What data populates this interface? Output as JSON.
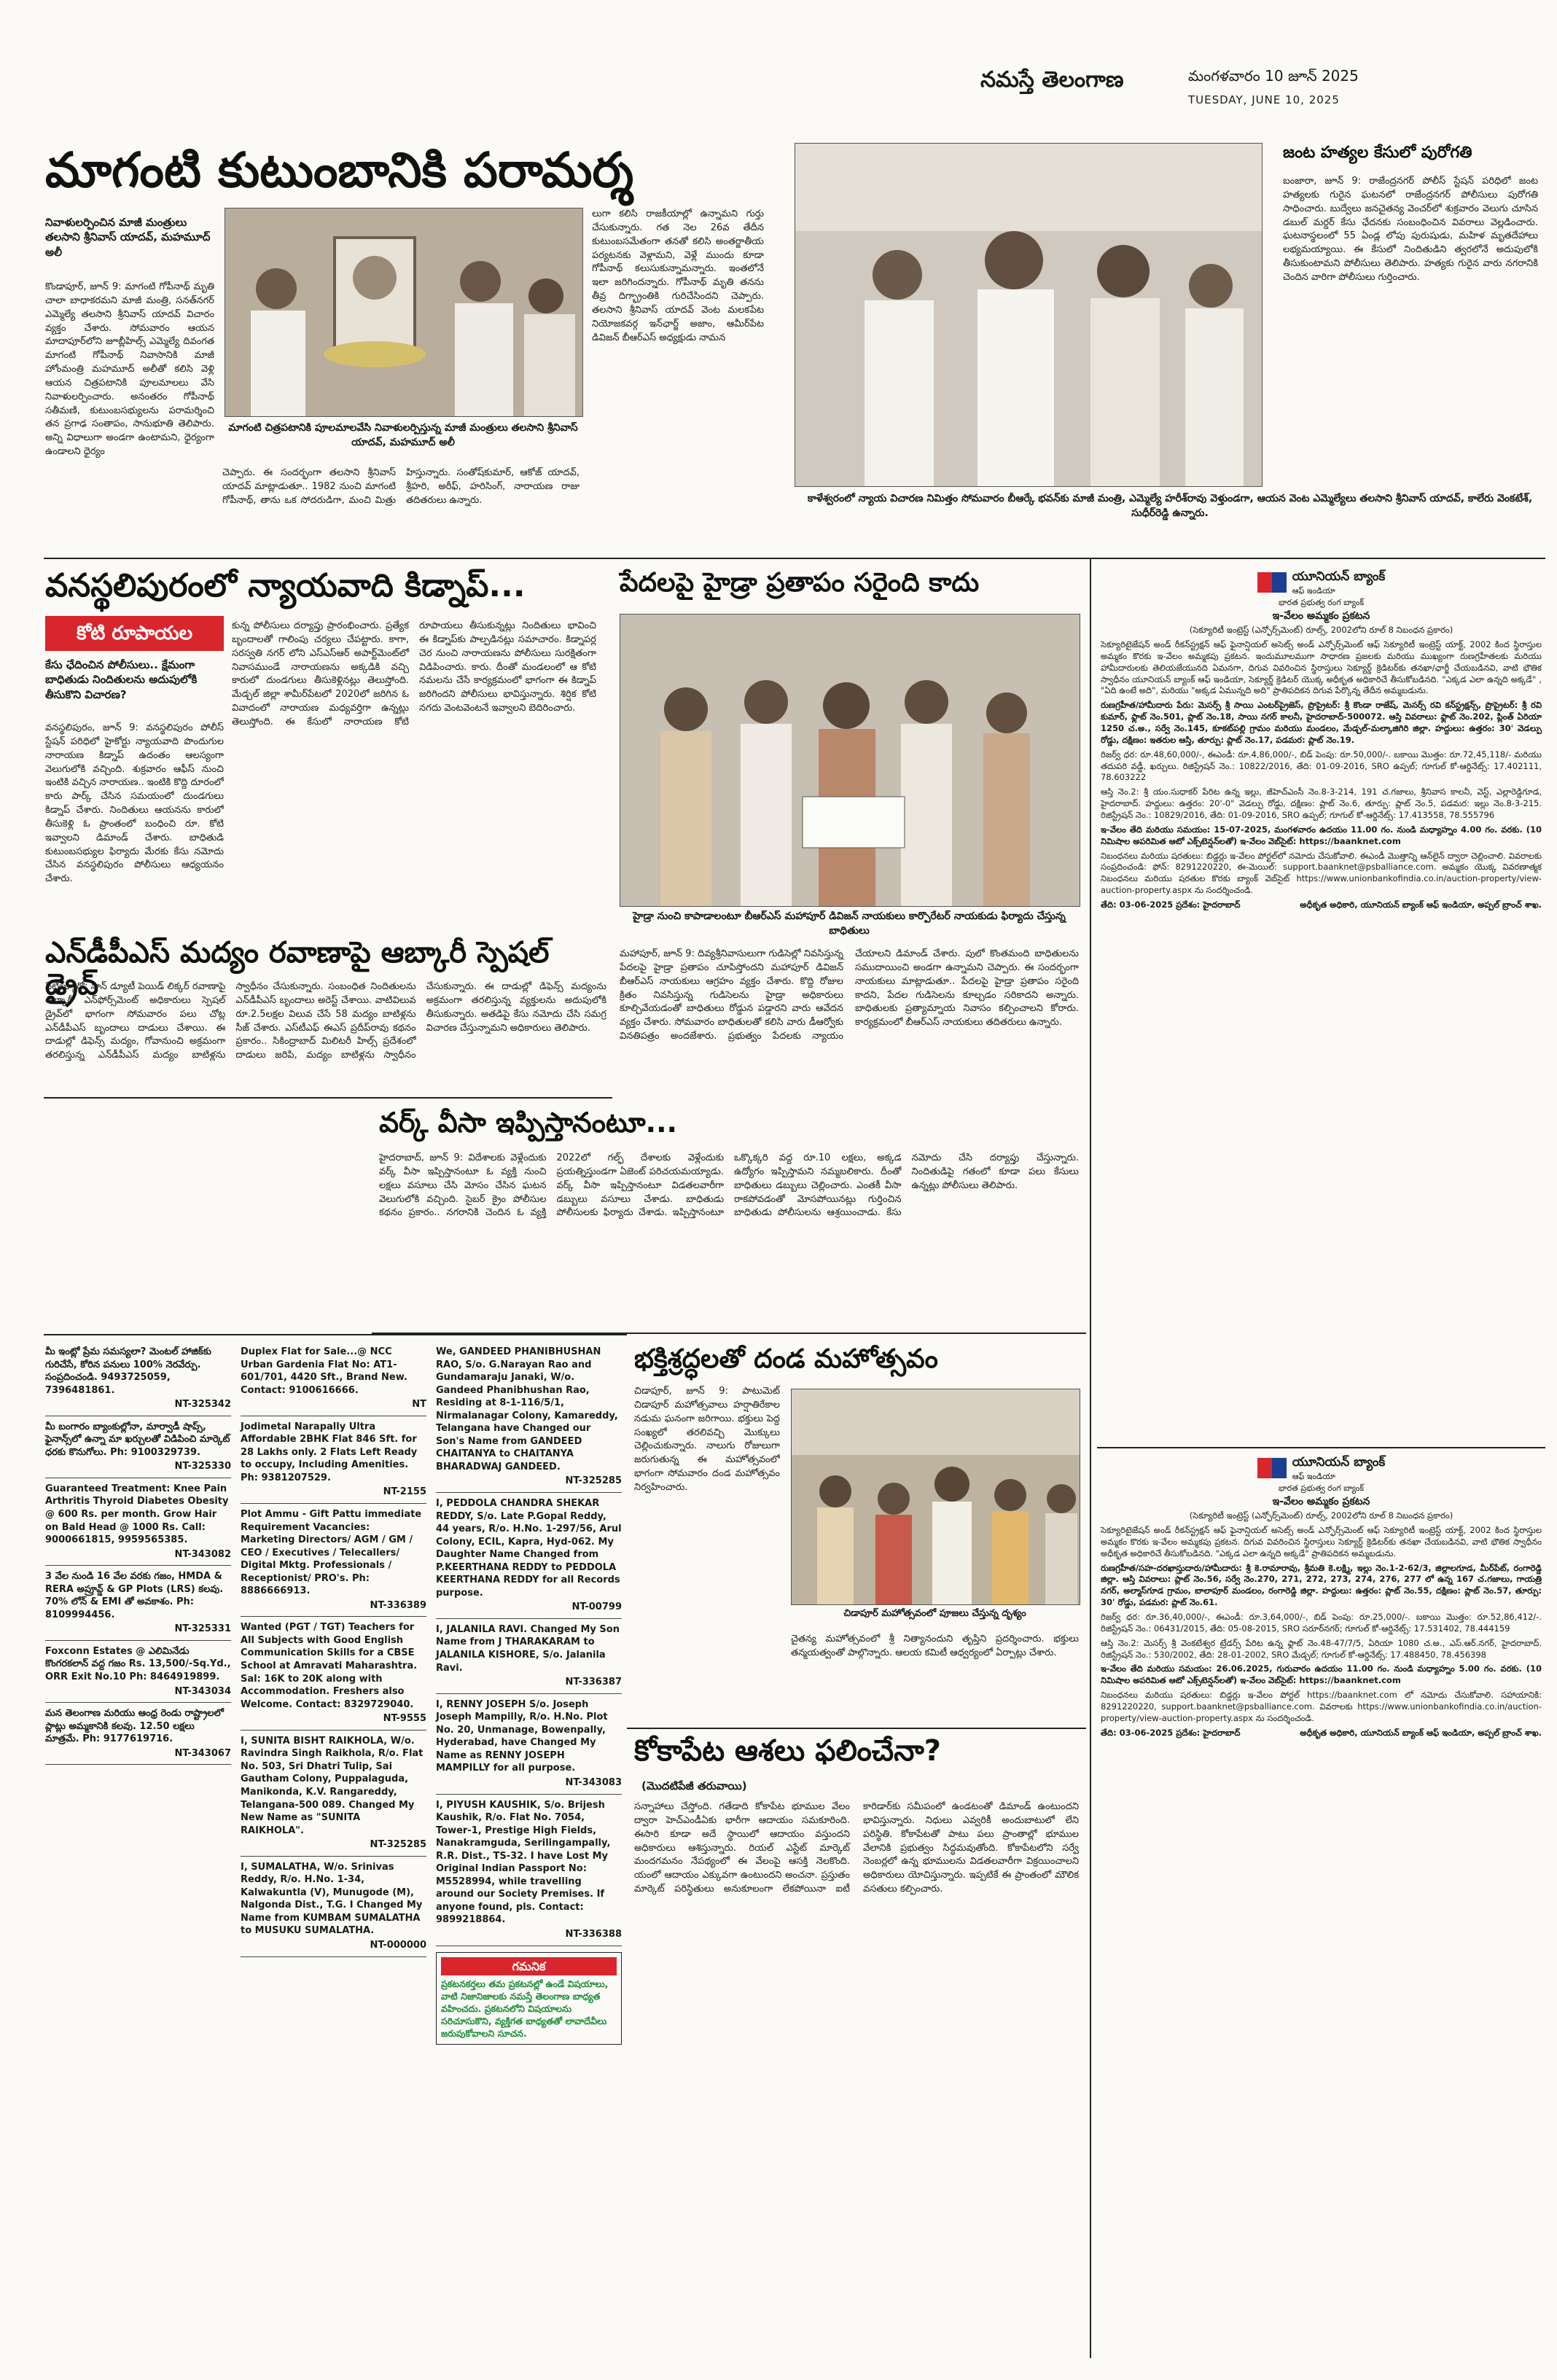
{
  "masthead": {
    "paper_name": "నమస్తే తెలంగాణ",
    "date_telugu": "మంగళవారం 10 జూన్ 2025",
    "date_english": "TUESDAY, JUNE 10, 2025"
  },
  "story_maganti": {
    "headline": "మాగంటి కుటుంబానికి పరామర్శ",
    "subhead": "నివాళులర్పించిన మాజీ మంత్రులు తలసాని శ్రీనివాస్ యాదవ్, మహమూద్ అలీ",
    "col1": "కొండాపూర్, జూన్ 9: మాగంటి గోపీనాథ్ మృతి చాలా బాధాకరమని మాజీ మంత్రి, సనత్‌నగర్ ఎమ్మెల్యే తలసాని శ్రీనివాస్ యాదవ్ విచారం వ్యక్తం చేశారు. సోమవారం ఆయన మాదాపూర్‌లోని జూబ్లీహిల్స్ ఎమ్మెల్యే దివంగత మాగంటి గోపీనాథ్ నివాసానికి మాజీ హోంమంత్రి మహమూద్ అలీతో కలిసి వెళ్లి ఆయన చిత్రపటానికి పూలమాలలు వేసి నివాళులర్పించారు. అనంతరం గోపీనాథ్ సతీమణి, కుటుంబసభ్యులను పరామర్శించి తన ప్రగాఢ సంతాపం, సానుభూతి తెలిపారు. అన్ని విధాలుగా అండగా ఉంటామని, ధైర్యంగా ఉండాలని ధైర్యం",
    "col2": "చెప్పారు. ఈ సందర్భంగా తలసాని శ్రీనివాస్ యాదవ్ మాట్లాడుతూ.. 1982 నుంచి మాగంటి గోపీనాథ్, తాను ఒక సోదరుడిగా, మంచి మిత్రు",
    "col3": "లుగా కలిసి రాజకీయాల్లో ఉన్నామని గుర్తు చేసుకున్నారు. గత నెల 26వ తేదీన కుటుంబసమేతంగా తనతో కలిసి అంతర్జాతీయ పర్యటనకు వెళ్లామని, వెళ్లే ముందు కూడా గోపీనాథ్ కలుసుకున్నామన్నారు. ఇంతలోనే ఇలా జరిగిందన్నారు. గోపీనాథ్ మృతి తనను తీవ్ర దిగ్భ్రాంతికి గురిచేసిందని చెప్పారు. తలసాని శ్రీనివాస్ యాదవ్ వెంట",
    "col4": "హిస్తున్నారు. సంతోష్‌కుమార్, ఆకోజ్ యాదవ్, శ్రీహరి, అరీఫ్, హరిసింగ్, నారాయణ రాజు తదితరులు ఉన్నారు.",
    "col3b": "మలకపేట నియోజకవర్గ ఇన్‌ఛార్జ్ అజాం, ఆమీర్‌పేట డివిజన్ బీఆర్‌ఎస్ అధ్యక్షుడు నామన",
    "photo_caption": "మాగంటి చిత్రపటానికి పూలమాలవేసి నివాళులర్పిస్తున్న మాజీ మంత్రులు తలసాని శ్రీనివాస్ యాదవ్, మహమూద్ అలీ"
  },
  "story_murders": {
    "headline": "జంట హత్యల కేసులో పురోగతి",
    "body": "బంజారా, జూన్ 9: రాజేంద్రనగర్ పోలీస్ స్టేషన్ పరిధిలో జంట హత్యలకు గురైన ఘటనలో రాజేంద్రనగర్ పోలీసులు పురోగతి సాధించారు. బుద్వేలు జనచైతన్య వెంచర్‌లో శుక్రవారం వెలుగు చూసిన డబుల్ మర్డర్ కేసు ఛేదనకు సంబంధించిన వివరాలు వెల్లడించారు. ఘటనాస్థలంలో 55 ఏండ్ల లోపు పురుషుడు, మహిళ మృతదేహాలు లభ్యమయ్యాయి. ఈ కేసులో నిందితుడిని త్వరలోనే అదుపులోకి తీసుకుంటామని పోలీసులు తెలిపారు. హత్యకు గురైన వారు నగరానికి చెందిన వారిగా పోలీసులు గుర్తించారు.",
    "photo_caption": "కాళేశ్వరంలో న్యాయ విచారణ నిమిత్తం సోమవారం బీఆర్కే భవన్‌కు మాజీ మంత్రి, ఎమ్మెల్యే హరీశ్‌రావు వెళ్తుండగా, ఆయన వెంట ఎమ్మెల్యేలు తలసాని శ్రీనివాస్ యాదవ్, కాలేరు వెంకటేశ్, సుధీర్‌రెడ్డి ఉన్నారు."
  },
  "story_kidnap": {
    "headline": "వనస్థలిపురంలో న్యాయవాది కిడ్నాప్...",
    "badge": "కోటి రూపాయల డిమాండ్",
    "subhead": "కేసు ఛేదించిన పోలీసులు.. క్షేమంగా బాధితుడు నిందితులను అదుపులోకి తీసుకొని విచారణ?",
    "col1": "వనస్థలిపురం, జూన్ 9: వనస్థలిపురం పోలీస్ స్టేషన్ పరిధిలో హైకోర్టు న్యాయవాది పొందుగుల నారాయణ కిడ్నాప్ ఉదంతం ఆలస్యంగా వెలుగులోకి వచ్చింది. శుక్రవారం ఆఫీస్ నుంచి ఇంటికి వచ్చిన నారాయణ.. ఇంటికి కొద్ది దూరంలో కారు పార్క్ చేసిన సమయంలో దుండగులు కిడ్నాప్ చేశారు. నిందితులు ఆయనను కారులో తీసుకెళ్లి ఓ ప్రాంతంలో బంధించి రూ. కోటి ఇవ్వాలని డిమాండ్ చేశారు. బాధితుడి కుటుంబసభ్యుల ఫిర్యాదు మేరకు కేసు నమోదు చేసిన వనస్థలిపురం పోలీసులు ఆధ్యయనం చేశారు.",
    "col2": "కున్న పోలీసులు దర్యాప్తు ప్రారంభించారు. ప్రత్యేక బృందాలతో గాలింపు చర్యలు చేపట్టారు. కాగా, సరస్వతి నగర్ లోని ఎస్ఎస్‌ఆర్ అపార్ట్‌మెంట్‌లో నివాసముండే నారాయణను అక్కడికి వచ్చి కారులో దుండగులు తీసుకెళ్లినట్లు తెలుస్తోంది. మేడ్చల్ జిల్లా శామీర్‌పేటలో 2020లో జరిగిన ఓ వివాదంలో నారాయణ మధ్యవర్తిగా ఉన్నట్లు తెలుస్తోంది. ఈ కేసులో నారాయణ కోటి రూపాయలు తీసుకున్నట్లు నిందితులు భావించి ఈ కిడ్నాప్‌కు పాల్పడినట్లు సమాచారం. కిడ్నాపర్ల చెర నుంచి నారాయణను పోలీసులు సురక్షితంగా విడిపించారు.",
    "col2b": "కారు. దీంతో మండలంలో ఆ కోటి నమలను చేసే కార్యక్రమంలో భాగంగా ఈ కిడ్నాప్ జరిగిందని పోలీసులు భావిస్తున్నారు. శిర్షిక కోటి నగదు వెంటవెంటనే ఇవ్వాలని బెదిరించారు."
  },
  "story_ndps": {
    "headline": "ఎన్‌డీపీఎస్ మద్యం రవాణాపై ఆబ్కారీ స్పెషల్ డ్రైవ్",
    "col1": "సిటీబ్యూరో: నాన్ డ్యూటీ పెయిడ్ లిక్కర్ రవాణాపై ఆబ్కారీ ఎన్‌ఫోర్స్‌మెంట్ అధికారులు స్పెషల్ డ్రైవ్‌లో భాగంగా సోమవారం పలు చోట్ల ఎన్‌డీపీఎస్ బృందాలు దాడులు చేశాయి. ఈ దాడుల్లో డిఫెన్స్ మద్యం, గోవానుంచి అక్రమంగా తరలిస్తున్న ఎన్‌డీపీఎస్ మద్యం బాటిళ్లను స్వాధీనం చేసుకున్నారు. సంబంధిత నిందితులను ఎన్‌డీపీఎస్ బృందాలు అరెస్ట్ చేశాయి. వాటివిలువ",
    "col2": "రూ.2.5లక్షల విలువ చేసే 58 మద్యం బాటిళ్లను సీజ్ చేశారు. ఎస్‌టీఎఫ్ ఈఎస్ ప్రదీప్‌రావు కథనం ప్రకారం.. సికింద్రాబాద్ మిలిటరీ హిల్స్ ప్రదేశంలో దాడులు జరిపి, మద్యం బాటిళ్లను స్వాధీనం చేసుకున్నారు. ఈ దాడుల్లో డిఫెన్స్ మద్యంను అక్రమంగా తరలిస్తున్న వ్యక్తులను అదుపులోకి తీసుకున్నారు. అతడిపై కేసు నమోదు చేసి సమగ్ర విచారణ చేస్తున్నామని అధికారులు తెలిపారు."
  },
  "story_hydra": {
    "headline": "పేదలపై హైడ్రా ప్రతాపం సరైంది కాదు",
    "caption": "హైడ్రా నుంచి కాపాడాలంటూ బీఆర్ఎస్ మహాపూర్ డివిజన్ నాయకులు కార్పొరేటర్ నాయకుడు ఫిర్యాదు చేస్తున్న బాధితులు",
    "col1": "మహాపూర్, జూన్ 9: దివ్యశ్రీనివాసులుగా గుడిసెల్లో నివసిస్తున్న పేదలపై హైడ్రా ప్రతాపం చూపిస్తోందని మహాపూర్ డివిజన్ బీఆర్‌ఎస్ నాయకులు ఆగ్రహం వ్యక్తం చేశారు. కొద్ది రోజుల క్రితం నివసిస్తున్న గుడిసెలను హైడ్రా అధికారులు కూల్చివేయడంతో బాధితులు రోడ్డున పడ్డారని వారు ఆవేదన వ్యక్తం చేశారు. సోమవారం బాధితులతో కలిసి వారు డీఆర్వోకు వినతిపత్రం అందజేశారు. ప్రభుత్వం పేదలకు న్యాయం చేయాలని డిమాండ్ చేశారు.",
    "col2": "పులో కొంతమంది బాధితులను సముదాయించి అండగా ఉన్నామని చెప్పారు. ఈ సందర్భంగా నాయకులు మాట్లాడుతూ.. పేదలపై హైడ్రా ప్రతాపం సరైంది కాదని, పేదల గుడిసెలను కూల్చడం సరికాదని అన్నారు. బాధితులకు ప్రత్యామ్నాయ నివాసం కల్పించాలని కోరారు. కార్యక్రమంలో బీఆర్‌ఎస్ నాయకులు తదితరులు ఉన్నారు."
  },
  "story_workvisa": {
    "headline": "వర్క్ వీసా ఇప్పిస్తానంటూ...",
    "col1": "హైదరాబాద్, జూన్ 9: విదేశాలకు వెళ్లేందుకు వర్క్ వీసా ఇప్పిస్తానంటూ ఓ వ్యక్తి నుంచి లక్షలు వసూలు చేసి మోసం చేసిన ఘటన వెలుగులోకి వచ్చింది. సైబర్ క్రైం పోలీసుల కథనం ప్రకారం.. నగరానికి చెందిన ఓ వ్యక్తి 2022లో గల్ఫ్ దేశాలకు వెళ్లేందుకు ప్రయత్నిస్తుండగా ఏజెంట్ పరిచయమయ్యాడు. వర్క్ వీసా ఇప్పిస్తానంటూ విడతలవారీగా డబ్బులు వసూలు చేశాడు. బాధితుడు పోలీసులకు ఫిర్యాదు చేశాడు.",
    "col2": "ఇప్పిస్తానంటూ ఒక్కొక్కరి వద్ద రూ.10 లక్షలు, అక్కడ ఉద్యోగం ఇప్పిస్తామని నమ్మబలికారు. దీంతో బాధితులు డబ్బులు చెల్లించారు. ఎంతకీ వీసా రాకపోవడంతో మోసపోయినట్లు గుర్తించిన బాధితుడు పోలీసులను ఆశ్రయించాడు. కేసు నమోదు చేసి దర్యాప్తు చేస్తున్నారు. నిందితుడిపై గతంలో కూడా పలు కేసులు ఉన్నట్లు పోలీసులు తెలిపారు."
  },
  "story_bhakti": {
    "headline": "భక్తిశ్రద్ధలతో దండ మహోత్సవం",
    "col1": "చిడాపూర్, జూన్ 9: పాటుమెట్‌ చిడాపూర్ మహోత్సవాలు హర్షాతిరేకాల నడుమ ఘనంగా జరిగాయి. భక్తులు పెద్ద సంఖ్యలో తరలివచ్చి మొక్కులు చెల్లించుకున్నారు. నాలుగు రోజులుగా జరుగుతున్న ఈ మహోత్సవంలో భాగంగా సోమవారం దండ మహోత్సవం నిర్వహించారు.",
    "col2": "చిడాపూర్ మహోత్సవంలో పూజలు చేస్తున్న దృశ్యం",
    "col3": "చైతన్య మహోత్సవంలో శ్రీ నిత్యానందుని తృప్తిని ప్రదర్శించారు. భక్తులు తన్మయత్వంతో పాల్గొన్నారు. ఆలయ కమిటీ ఆధ్వర్యంలో ఏర్పాట్లు చేశారు."
  },
  "story_kokapet": {
    "headline": "కోకాపేట ఆశలు ఫలించేనా?",
    "subhead": "(మొదటిపేజీ తరువాయి)",
    "col1": "సన్నాహాలు చేస్తోంది. గతేడాది కోకాపేట భూముల వేలం ద్వారా హెచ్ఎండీఏకు భారీగా ఆదాయం సమకూరింది. ఈసారి కూడా అదే స్థాయిలో ఆదాయం వస్తుందని అధికారులు ఆశిస్తున్నారు. రియల్ ఎస్టేట్ మార్కెట్ మందగమనం నేపథ్యంలో ఈ వేలంపై ఆసక్తి నెలకొంది.",
    "col2": "యంలో ఆదాయం ఎక్కువగా ఉంటుందని అంచనా. ప్రస్తుతం మార్కెట్ పరిస్థితులు అనుకూలంగా లేకపోయినా ఐటీ కారిడార్‌కు సమీపంలో ఉండటంతో డిమాండ్ ఉంటుందని భావిస్తున్నారు.",
    "col1b": "నిధులు ఎవ్వరికీ అందుబాటులో లేని పరిస్థితి. కోకాపేటతో పాటు పలు ప్రాంతాల్లో భూముల వేలానికి ప్రభుత్వం సిద్ధమవుతోంది.",
    "col2b": "కోకాపేటలోని సర్వే నెంబర్లలో ఉన్న భూములను విడతలవారీగా విక్రయించాలని అధికారులు యోచిస్తున్నారు. ఇప్పటికే ఈ ప్రాంతంలో మౌలిక వసతులు కల్పించారు."
  },
  "classifieds": {
    "col1": [
      {
        "text": "మీ ఇంట్లో ప్రేమ సమస్యలా? మెంటల్ హాజిక్‌కు గురిచేసే, కోరిన పనులు 100% నెరవేర్పు. సంప్రదించండి. 9493725059, 7396481861.",
        "nt": "NT-325342"
      },
      {
        "text": "మీ బంగారం బ్యాంకుల్లోనా, మార్వాడీ షాప్స్, ఫైనాన్స్‌లో ఉన్నా మా ఖర్చులతో విడిపించి మార్కెట్ ధరకు కొనుగోలు. Ph: 9100329739.",
        "nt": "NT-325330"
      },
      {
        "text": "Guaranteed Treatment: Knee Pain Arthritis Thyroid Diabetes Obesity @ 600 Rs. per month. Grow Hair on Bald Head @ 1000 Rs. Call: 9000661815, 9959565385.",
        "nt": "NT-343082"
      },
      {
        "text": "3 వేల నుండి 16 వేల వరకు గజం, HMDA & RERA అప్రూవ్డ్ & GP Plots (LRS) కలవు. 70% లోన్ & EMI తో అవకాశం. Ph: 8109994456.",
        "nt": "NT-325331"
      },
      {
        "text": "Foxconn Estates @ ఎలిమినేడు కొంగరకలాన్ వద్ద గజం Rs. 13,500/-Sq.Yd., ORR Exit No.10 Ph: 8464919899.",
        "nt": "NT-343034"
      },
      {
        "text": "మన తెలంగాణ మరియు ఆంధ్ర రెండు రాష్ట్రాలలో ప్లాట్లు అమ్మకానికి కలవు. 12.50 లక్షలు మాత్రమే. Ph: 9177619716.",
        "nt": "NT-343067"
      }
    ],
    "col2": [
      {
        "text": "Duplex Flat for Sale...@ NCC Urban Gardenia Flat No: AT1-601/701, 4420 Sft., Brand New. Contact: 9100616666.",
        "nt": "NT"
      },
      {
        "text": "Jodimetal Narapally Ultra Affordable 2BHK Flat 846 Sft. for 28 Lakhs only. 2 Flats Left Ready to occupy, Including Amenities. Ph: 9381207529.",
        "nt": "NT-2155"
      },
      {
        "text": "Plot Ammu - Gift Pattu immediate Requirement Vacancies: Marketing Directors/ AGM / GM / CEO / Executives / Telecallers/ Digital Mktg. Professionals / Receptionist/ PRO's. Ph: 8886666913.",
        "nt": "NT-336389"
      },
      {
        "text": "Wanted (PGT / TGT) Teachers for All Subjects with Good English Communication Skills for a CBSE School at Amravati Maharashtra. Sal: 16K to 20K along with Accommodation. Freshers also Welcome. Contact: 8329729040.",
        "nt": "NT-9555"
      },
      {
        "text": "I, SUNITA BISHT RAIKHOLA, W/o. Ravindra Singh Raikhola, R/o. Flat No. 503, Sri Dhatri Tulip, Sai Gautham Colony, Puppalaguda, Manikonda, K.V. Rangareddy, Telangana-500 089. Changed My New Name as \"SUNITA RAIKHOLA\".",
        "nt": "NT-325285"
      },
      {
        "text": "I, SUMALATHA, W/o. Srinivas Reddy, R/o. H.No. 1-34, Kalwakuntla (V), Munugode (M), Nalgonda Dist., T.G. I Changed My Name from KUMBAM SUMALATHA to MUSUKU SUMALATHA.",
        "nt": "NT-000000"
      }
    ],
    "col3": [
      {
        "text": "We, GANDEED PHANIBHUSHAN RAO, S/o. G.Narayan Rao and Gundamaraju Janaki, W/o. Gandeed Phanibhushan Rao, Residing at 8-1-116/5/1, Nirmalanagar Colony, Kamareddy, Telangana have Changed our Son's Name from GANDEED CHAITANYA to CHAITANYA BHARADWAJ GANDEED.",
        "nt": "NT-325285"
      },
      {
        "text": "I, PEDDOLA CHANDRA SHEKAR REDDY, S/o. Late P.Gopal Reddy, 44 years, R/o. H.No. 1-297/56, Arul Colony, ECIL, Kapra, Hyd-062. My Daughter Name Changed from P.KEERTHANA REDDY to PEDDOLA KEERTHANA REDDY for all Records purpose.",
        "nt": "NT-00799"
      },
      {
        "text": "I, JALANILA RAVI. Changed My Son Name from J THARAKARAM to JALANILA KISHORE, S/o. Jalanila Ravi.",
        "nt": "NT-336387"
      },
      {
        "text": "I, RENNY JOSEPH S/o. Joseph Joseph Mampilly, R/o. H.No. Plot No. 20, Unmanage, Bowenpally, Hyderabad, have Changed My Name as RENNY JOSEPH MAMPILLY for all purpose.",
        "nt": "NT-343083"
      },
      {
        "text": "I, PIYUSH KAUSHIK, S/o. Brijesh Kaushik, R/o. Flat No. 7054, Tower-1, Prestige High Fields, Nanakramguda, Serilingampally, R.R. Dist., TS-32. I have Lost My Original Indian Passport No: M5528994, while travelling around our Society Premises. If anyone found, pls. Contact: 9899218864.",
        "nt": "NT-336388"
      }
    ],
    "note_box_title": "గమనిక",
    "note_box_text": "ప్రకటనకర్తలు తమ ప్రకటనల్లో ఉండే విషయాలు, వాటి నిజానిజాలకు నమస్తే తెలంగాణ బాధ్యత వహించదు. ప్రకటనలోని విషయాలను సరిచూసుకొని, వ్యక్తిగత బాధ్యతతో లావాదేవీలు జరుపుకోవాలని సూచన."
  },
  "notices": {
    "bank1_name": "యూనియన్ బ్యాంక్",
    "bank1_tag": "ఆఫ్ ఇండియా",
    "bank1_sub": "భారత ప్రభుత్వ రంగ బ్యాంక్",
    "notice1_title": "ఇ-వేలం అమ్మకం ప్రకటన",
    "notice1_subtitle": "(సెక్యూరిటీ ఇంట్రెస్ట్ (ఎన్ఫోర్స్‌మెంట్) రూల్స్, 2002లోని రూల్ 8 నిబంధన ప్రకారం)",
    "notice1_body": "సెక్యూరిటైజేషన్ అండ్ రీకన్‌స్ట్రక్షన్ ఆఫ్ ఫైనాన్షియల్ అసెట్స్ అండ్ ఎన్ఫోర్స్‌మెంట్ ఆఫ్ సెక్యూరిటీ ఇంట్రెస్ట్ యాక్ట్, 2002 కింద స్థిరాస్తుల అమ్మకం కొరకు ఇ-వేలం అమ్మకపు ప్రకటన. ఇందుమూలముగా సాధారణ ప్రజలకు మరియు ముఖ్యంగా రుణగ్రహీతలకు మరియు హామీదారులకు తెలియజేయునది ఏమనగా, దిగువ వివరించిన స్థిరాస్తులు సెక్యూర్డ్ క్రెడిటర్‌కు తనఖా/ఛార్జీ చేయబడినవి, వాటి భౌతిక స్వాధీనం యూనియన్ బ్యాంక్ ఆఫ్ ఇండియా, సెక్యూర్డ్ క్రెడిటర్ యొక్క అధీకృత అధికారిచే తీసుకోబడినది. \"ఎక్కడ ఎలా ఉన్నది అక్కడే\" , \"ఏది ఉంటే అది\", మరియు \"అక్కడ ఏమున్నది అది\" ప్రాతిపదికన దిగువ పేర్కొన్న తేదీన అమ్మబడును.",
    "notice1_borrowers": "రుణగ్రహీత/హామీదారు పేరు: మెసర్స్ శ్రీ సాయి ఎంటర్‌ప్రైజెస్, ప్రొప్రైటర్: శ్రీ కొండా రాజేష్, మెసర్స్ రవి కన్‌స్ట్రక్షన్స్, ప్రొప్రైటర్: శ్రీ రవి కుమార్, ఫ్లాట్ నెం.501, ప్లాట్ నెం.18, సాయి నగర్ కాలనీ, హైదరాబాద్-500072. ఆస్తి వివరాలు: ఫ్లాట్ నెం.202, ప్లింత్ ఏరియా 1250 చ.అ., సర్వే నెం.145, కూకట్‌పల్లి గ్రామం మరియు మండలం, మేడ్చల్-మల్కాజిగిరి జిల్లా. హద్దులు: ఉత్తరం: 30' వెడల్పు రోడ్డు, దక్షిణం: ఇతరుల ఆస్తి, తూర్పు: ప్లాట్ నెం.17, పడమర: ప్లాట్ నెం.19.",
    "notice1_details": "రిజర్వ్ ధర: రూ.48,60,000/-, ఈఎండీ: రూ.4,86,000/-, బిడ్ పెంపు: రూ.50,000/-. బకాయి మొత్తం: రూ.72,45,118/- మరియు తదుపరి వడ్డీ, ఖర్చులు. రిజిస్ట్రేషన్ నెం.: 10822/2016, తేది: 01-09-2016, SRO ఉప్పల్; గూగుల్ కో-ఆర్డినేట్స్: 17.402111, 78.603222",
    "notice1_details2": "ఆస్తి నెం.2: శ్రీ యం.సుధాకర్ పేరిట ఉన్న ఇల్లు, జీహెచ్ఎంసీ నెం.8-3-214, 191 చ.గజాలు, శ్రీనివాస కాలనీ, వెస్ట్, ఎల్లారెడ్డిగూడ, హైదరాబాద్. హద్దులు: ఉత్తరం: 20'-0\" వెడల్పు రోడ్డు, దక్షిణం: ప్లాట్ నెం.6, తూర్పు: ప్లాట్ నెం.5, పడమర: ఇల్లు నెం.8-3-215. రిజిస్ట్రేషన్ నెం.: 10829/2016, తేది: 01-09-2016, SRO ఉప్పల్; గూగుల్ కో-ఆర్డినేట్స్: 17.413558, 78.555796",
    "notice1_footer": "ఇ-వేలం తేది మరియు సమయం: 15-07-2025, మంగళవారం ఉదయం 11.00 గం. నుండి మధ్యాహ్నం 4.00 గం. వరకు. (10 నిమిషాల అపరిమిత ఆటో ఎక్స్‌టెన్షన్‌లతో) ఇ-వేలం వెబ్‌సైట్: https://baanknet.com",
    "notice1_terms": "నిబంధనలు మరియు షరతులు: బిడ్డర్లు ఇ-వేలం పోర్టల్‌లో నమోదు చేసుకోవాలి. ఈఎండీ మొత్తాన్ని ఆన్‌లైన్ ద్వారా చెల్లించాలి. వివరాలకు సంప్రదించండి: ఫోన్: 8291220220, ఈ-మెయిల్: support.baanknet@psballiance.com. అమ్మకం యొక్క వివరణాత్మక నిబంధనలు మరియు షరతుల కొరకు బ్యాంక్ వెబ్‌సైట్ https://www.unionbankofindia.co.in/auction-property/view-auction-property.aspx ను సందర్శించండి.",
    "notice1_sign_date": "తేది: 03-06-2025 ప్రదేశం: హైదరాబాద్",
    "notice1_sign": "అధీకృత అధికారి, యూనియన్ బ్యాంక్ ఆఫ్ ఇండియా, అప్పల్ బ్రాంచ్ శాఖ.",
    "bank2_name": "యూనియన్ బ్యాంక్",
    "bank2_tag": "ఆఫ్ ఇండియా",
    "bank2_sub": "భారత ప్రభుత్వ రంగ బ్యాంక్",
    "notice2_title": "ఇ-వేలం అమ్మకం ప్రకటన",
    "notice2_subtitle": "(సెక్యూరిటీ ఇంట్రెస్ట్ (ఎన్ఫోర్స్‌మెంట్) రూల్స్, 2002లోని రూల్ 8 నిబంధన ప్రకారం)",
    "notice2_body": "సెక్యూరిటైజేషన్ అండ్ రీకన్‌స్ట్రక్షన్ ఆఫ్ ఫైనాన్షియల్ అసెట్స్ అండ్ ఎన్ఫోర్స్‌మెంట్ ఆఫ్ సెక్యూరిటీ ఇంట్రెస్ట్ యాక్ట్, 2002 కింద స్థిరాస్తుల అమ్మకం కొరకు ఇ-వేలం అమ్మకపు ప్రకటన. దిగువ వివరించిన స్థిరాస్తులు సెక్యూర్డ్ క్రెడిటర్‌కు తనఖా చేయబడినవి, వాటి భౌతిక స్వాధీనం అధీకృత అధికారిచే తీసుకోబడినది. \"ఎక్కడ ఎలా ఉన్నది అక్కడే\" ప్రాతిపదికన అమ్మబడును.",
    "notice2_borrowers": "రుణగ్రహీత/సహ-దరఖాస్తుదారు/హామీదారు: శ్రీ కె.రామారావు, శ్రీమతి కె.లక్ష్మి, ఇల్లు నెం.1-2-62/3, జిల్లాలగూడ, మీర్‌పేట్, రంగారెడ్డి జిల్లా. ఆస్తి వివరాలు: ప్లాట్ నెం.56, సర్వే నెం.270, 271, 272, 273, 274, 276, 277 లో ఉన్న 167 చ.గజాలు, గాయత్రి నగర్, అల్మాస్‌గూడ గ్రామం, బాలాపూర్ మండలం, రంగారెడ్డి జిల్లా. హద్దులు: ఉత్తరం: ప్లాట్ నెం.55, దక్షిణం: ప్లాట్ నెం.57, తూర్పు: 30' రోడ్డు, పడమర: ప్లాట్ నెం.61.",
    "notice2_details": "రిజర్వ్ ధర: రూ.36,40,000/-, ఈఎండీ: రూ.3,64,000/-, బిడ్ పెంపు: రూ.25,000/-. బకాయి మొత్తం: రూ.52,86,412/-. రిజిస్ట్రేషన్ నెం.: 06431/2015, తేది: 05-08-2015, SRO సరూర్‌నగర్; గూగుల్ కో-ఆర్డినేట్స్: 17.531402, 78.444159",
    "notice2_details2": "ఆస్తి నెం.2: మెసర్స్ శ్రీ వెంకటేశ్వర ట్రేడర్స్ పేరిట ఉన్న ఫ్లాట్ నెం.48-47/7/5, ఏరియా 1080 చ.అ., ఎస్.ఆర్.నగర్, హైదరాబాద్. రిజిస్ట్రేషన్ నెం.: 530/2002, తేది: 28-01-2002, SRO మేడ్చల్; గూగుల్ కో-ఆర్డినేట్స్: 17.488450, 78.456398",
    "notice2_footer": "ఇ-వేలం తేది మరియు సమయం: 26.06.2025, గురువారం ఉదయం 11.00 గం. నుండి మధ్యాహ్నం 5.00 గం. వరకు. (10 నిమిషాల అపరిమిత ఆటో ఎక్స్‌టెన్షన్‌లతో) ఇ-వేలం వెబ్‌సైట్: https://baanknet.com",
    "notice2_terms": "నిబంధనలు మరియు షరతులు: బిడ్డర్లు ఇ-వేలం పోర్టల్ https://baanknet.com లో నమోదు చేసుకోవాలి. సహాయానికి: 8291220220, support.baanknet@psballiance.com. వివరాలకు https://www.unionbankofindia.co.in/auction-property/view-auction-property.aspx ను సందర్శించండి.",
    "notice2_sign_date": "తేది: 03-06-2025 ప్రదేశం: హైదరాబాద్",
    "notice2_sign": "అధీకృత అధికారి, యూనియన్ బ్యాంక్ ఆఫ్ ఇండియా, అప్పల్ బ్రాంచ్ శాఖ."
  }
}
